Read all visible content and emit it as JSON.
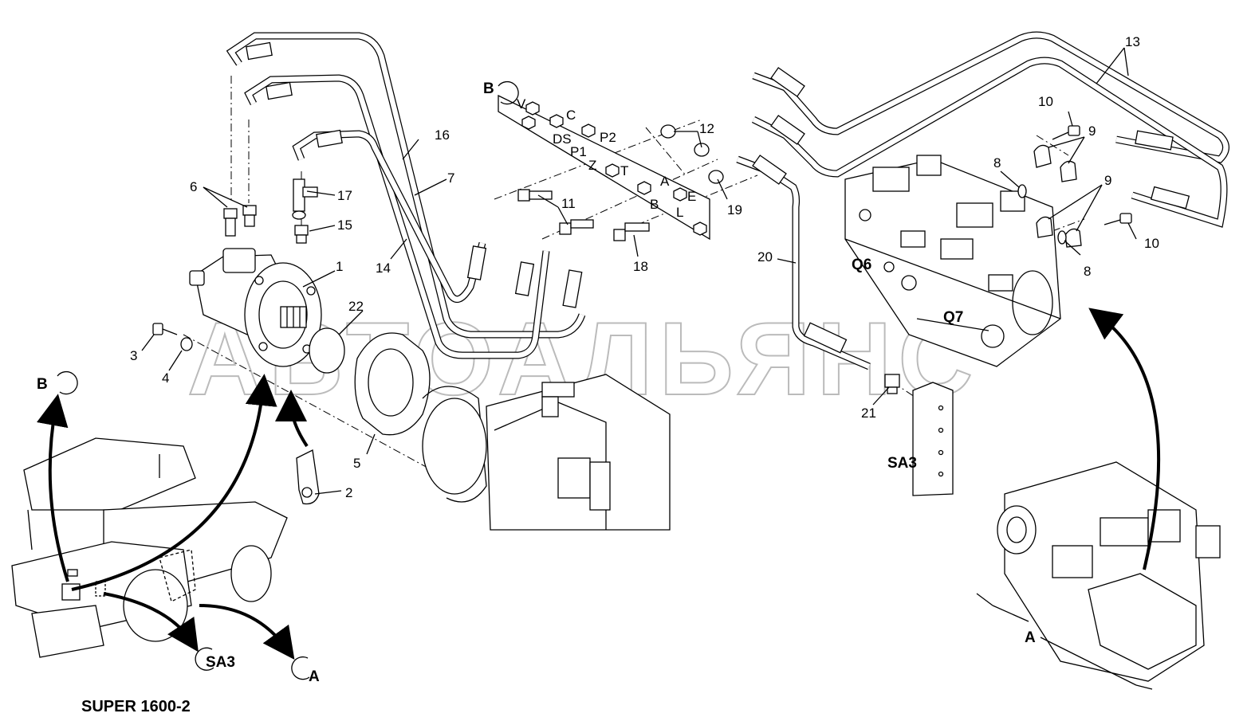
{
  "title": "SUPER 1600-2",
  "watermark": "АВТОАЛЬЯНС",
  "part_labels": [
    "1",
    "2",
    "3",
    "4",
    "5",
    "6",
    "7",
    "8",
    "8",
    "9",
    "9",
    "10",
    "10",
    "11",
    "12",
    "13",
    "14",
    "15",
    "16",
    "17",
    "18",
    "19",
    "20",
    "21",
    "22"
  ],
  "view_labels": {
    "b_top": "B",
    "b_left": "B",
    "a_bottom": "A",
    "a_right": "A",
    "sa3_main": "SA3",
    "sa3_bottom": "SA3",
    "q6": "Q6",
    "q7": "Q7"
  },
  "plate_markings": [
    "V",
    "C",
    "P2",
    "DS",
    "P1",
    "Z",
    "T",
    "A",
    "B",
    "L",
    "E"
  ],
  "colors": {
    "ink": "#000000",
    "watermark": "#bbbbbb",
    "background": "#ffffff"
  }
}
